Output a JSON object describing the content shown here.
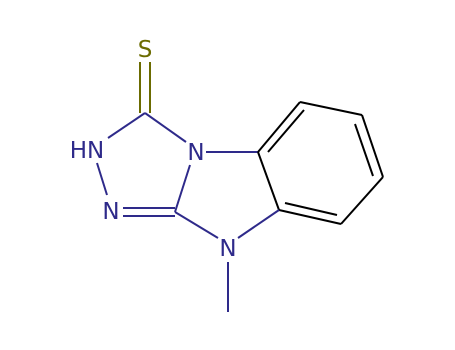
{
  "molecule": {
    "atoms": {
      "sulfur": "S",
      "nh": "HN",
      "n_bridge": "N",
      "n_imine": "N",
      "n_methyl": "N"
    },
    "colors": {
      "sulfur": "#6b6b00",
      "nitrogen": "#2e2a8a",
      "carbon_bond": "#000000",
      "background": "#ffffff"
    }
  }
}
